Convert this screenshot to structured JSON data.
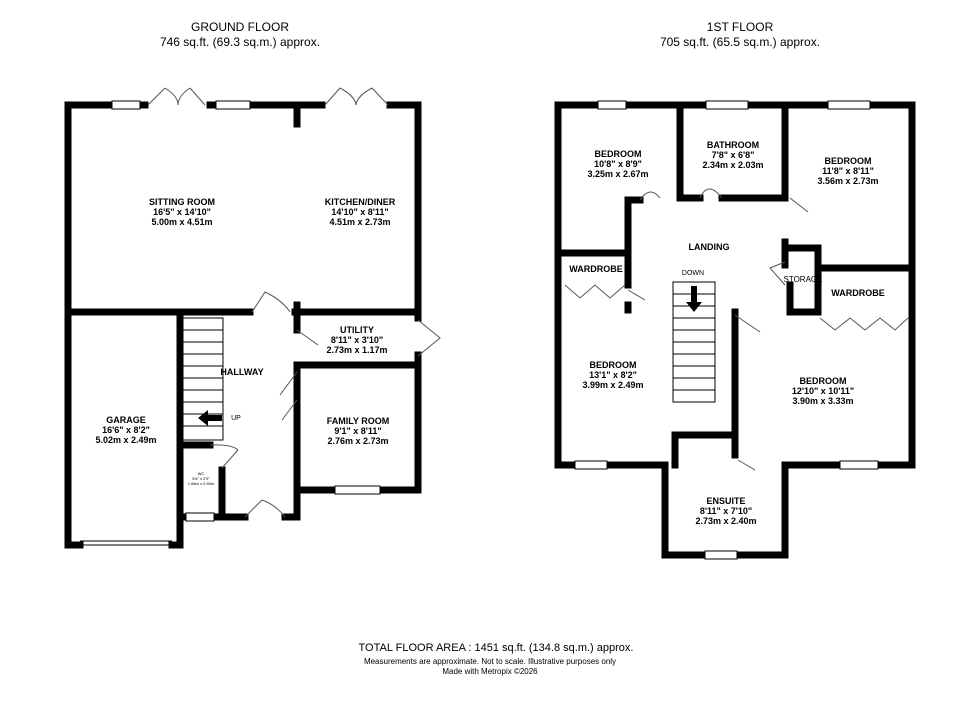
{
  "ground_floor": {
    "title": "GROUND FLOOR",
    "area": "746 sq.ft. (69.3 sq.m.) approx.",
    "rooms": [
      {
        "name": "SITTING ROOM",
        "imperial": "16'5\" x 14'10\"",
        "metric": "5.00m x 4.51m"
      },
      {
        "name": "KITCHEN/DINER",
        "imperial": "14'10\" x 8'11\"",
        "metric": "4.51m x 2.73m"
      },
      {
        "name": "UTILITY",
        "imperial": "8'11\" x 3'10\"",
        "metric": "2.73m x 1.17m"
      },
      {
        "name": "HALLWAY"
      },
      {
        "name": "GARAGE",
        "imperial": "16'6\" x 8'2\"",
        "metric": "5.02m x 2.49m"
      },
      {
        "name": "FAMILY ROOM",
        "imperial": "9'1\" x 8'11\"",
        "metric": "2.76m x 2.73m"
      },
      {
        "name": "WC",
        "imperial": "5'6\" x 2'9\"",
        "metric": "1.68m x 0.83m"
      }
    ],
    "stairs_label": "UP"
  },
  "first_floor": {
    "title": "1ST FLOOR",
    "area": "705 sq.ft. (65.5 sq.m.) approx.",
    "rooms": [
      {
        "name": "BEDROOM",
        "imperial": "10'8\" x 8'9\"",
        "metric": "3.25m x 2.67m"
      },
      {
        "name": "BATHROOM",
        "imperial": "7'8\" x 6'8\"",
        "metric": "2.34m x 2.03m"
      },
      {
        "name": "BEDROOM",
        "imperial": "11'8\" x 8'11\"",
        "metric": "3.56m x 2.73m"
      },
      {
        "name": "LANDING"
      },
      {
        "name": "WARDROBE"
      },
      {
        "name": "STORAGE"
      },
      {
        "name": "WARDROBE"
      },
      {
        "name": "BEDROOM",
        "imperial": "13'1\" x 8'2\"",
        "metric": "3.99m x 2.49m"
      },
      {
        "name": "BEDROOM",
        "imperial": "12'10\" x 10'11\"",
        "metric": "3.90m x 3.33m"
      },
      {
        "name": "ENSUITE",
        "imperial": "8'11\" x 7'10\"",
        "metric": "2.73m x 2.40m"
      }
    ],
    "stairs_label": "DOWN"
  },
  "footer": {
    "total": "TOTAL FLOOR AREA : 1451 sq.ft. (134.8 sq.m.) approx.",
    "disclaimer": "Measurements are approximate.  Not to scale.  Illustrative purposes only",
    "credit": "Made with Metropix ©2026"
  }
}
